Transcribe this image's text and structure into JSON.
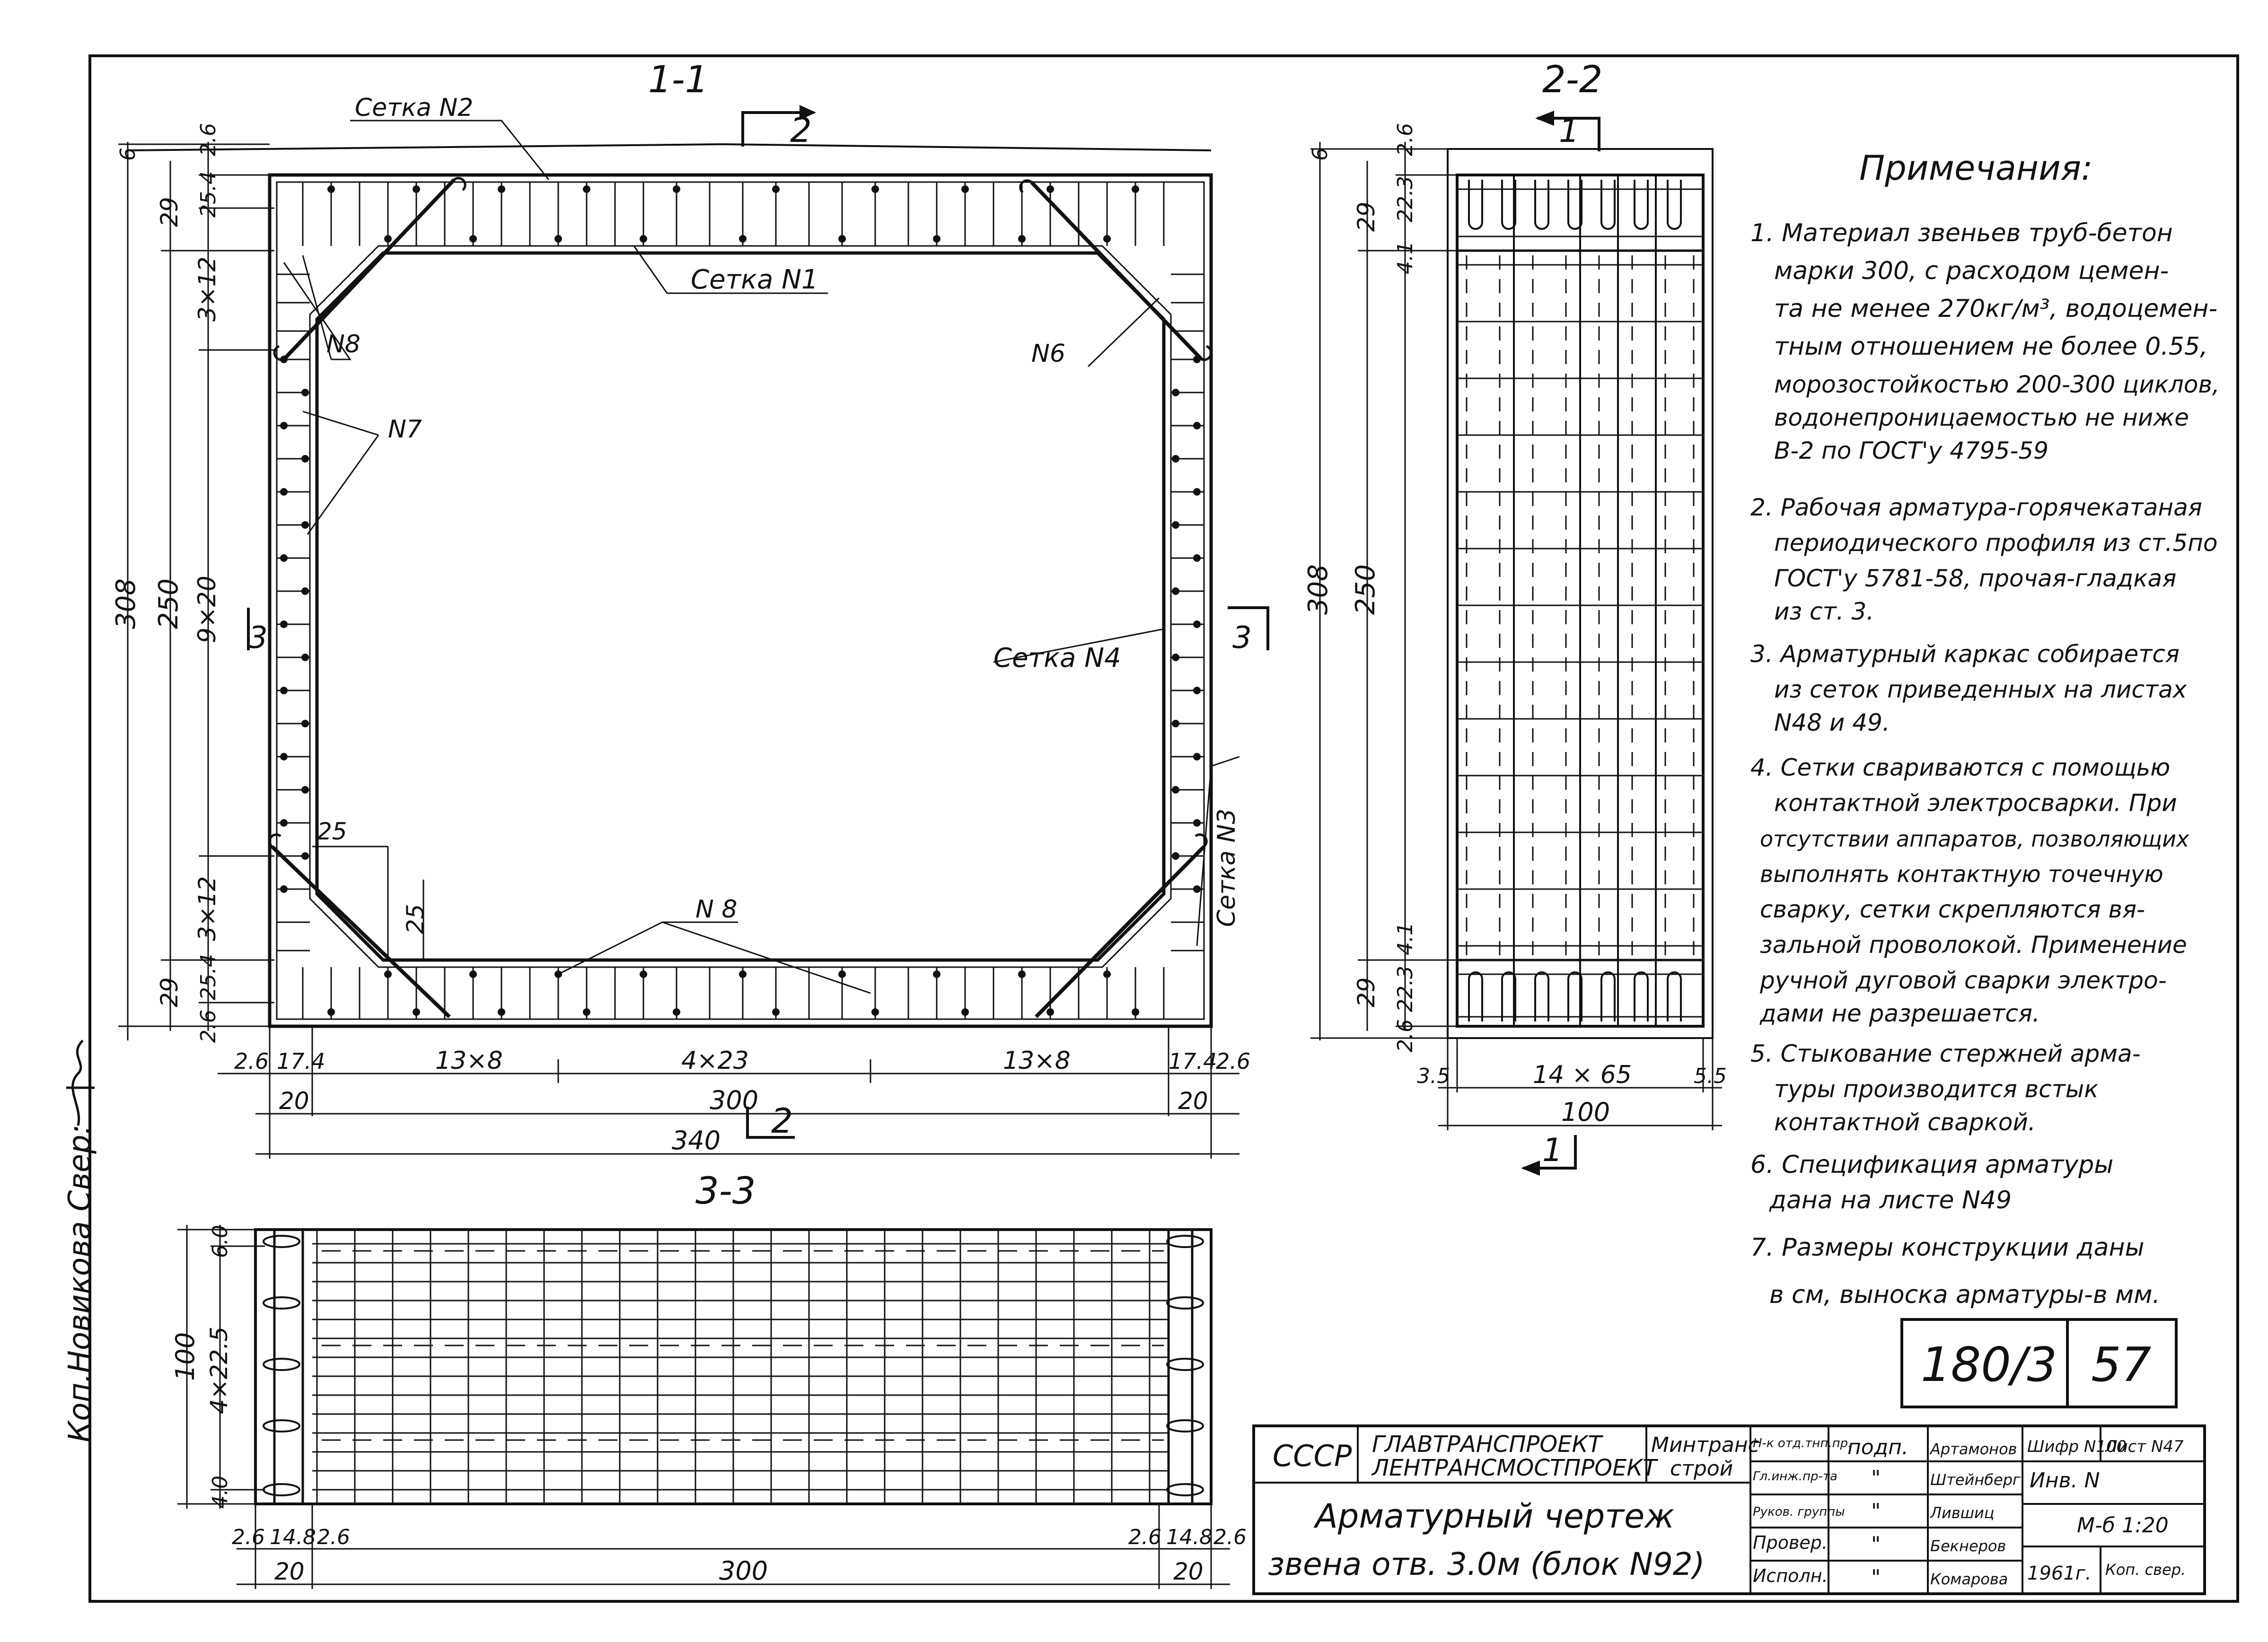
{
  "sections": {
    "s11": "1-1",
    "s22": "2-2",
    "s33": "3-3",
    "cut2_top": "2",
    "cut2_bottom": "2",
    "cut1_top": "1",
    "cut1_bottom": "1",
    "cut3_left": "3",
    "cut3_right": "3"
  },
  "labels": {
    "mesh2": "Сетка N2",
    "mesh1": "Сетка N1",
    "mesh4": "Сетка N4",
    "mesh3": "Сетка N3",
    "n8_top": "N8",
    "n8_bottom": "N 8",
    "n7": "N7",
    "n6": "N6"
  },
  "dims": {
    "d6": "6",
    "d26a": "2.6",
    "d29": "29",
    "d254": "25.4",
    "d3x12": "3×12",
    "d308": "308",
    "d250": "250",
    "d9x20": "9×20",
    "d3x12b": "3×12",
    "d29b": "29",
    "d254b": "25.4",
    "d26b": "2.6",
    "b26l": "2.6",
    "b174l": "17.4",
    "b13x8l": "13×8",
    "b4x23": "4×23",
    "b13x8r": "13×8",
    "b174r": "17.4",
    "b26r": "2.6",
    "b20l": "20",
    "b300": "300",
    "b20r": "20",
    "b340": "340",
    "c25a": "25",
    "c25b": "25",
    "r6": "6",
    "r26": "2.6",
    "r29": "29",
    "r223": "22.3",
    "r41": "4.1",
    "r308": "308",
    "r250": "250",
    "r41b": "4.1",
    "r223b": "22.3",
    "r29b": "29",
    "r26b": "2.6",
    "r35": "3.5",
    "r14x65": "14 × 65",
    "r55": "5.5",
    "r100": "100",
    "s60": "6.0",
    "s4x225": "4×22.5",
    "s100": "100",
    "s40": "4.0",
    "s26l": "2.6",
    "s148l": "14.8",
    "s26l2": "2.6",
    "s26r": "2.6",
    "s148r": "14.8",
    "s26r2": "2.6",
    "s20l": "20",
    "s300": "300",
    "s20r": "20"
  },
  "notes": {
    "title": "Примечания:",
    "lines": [
      "1. Материал звеньев труб-бетон",
      "марки 300, с расходом цемен-",
      "та не менее 270кг/м³, водоцемен-",
      "тным отношением не более 0.55,",
      "морозостойкостью 200-300 циклов,",
      "водонепроницаемостью не ниже",
      "В-2 по ГОСТ'у 4795-59",
      "2. Рабочая арматура-горячекатаная",
      "периодического профиля из ст.5по",
      "ГОСТ'у 5781-58, прочая-гладкая",
      "из ст. 3.",
      "3. Арматурный каркас собирается",
      "из сеток приведенных на листах",
      "N48 и 49.",
      "4. Сетки свариваются с помощью",
      "контактной электросварки. При",
      "отсутствии аппаратов, позволяющих",
      "выполнять контактную точечную",
      "сварку, сетки скрепляются вя-",
      "зальной проволокой. Применение",
      "ручной дуговой сварки электро-",
      "дами не разрешается.",
      "5. Стыкование стержней арма-",
      "туры производится встык",
      "контактной сваркой.",
      "6. Спецификация арматуры",
      "дана на листе N49",
      "7. Размеры конструкции даны",
      "в см, выноска арматуры-в мм."
    ]
  },
  "stamp_number": {
    "series": "180/3",
    "sheet": "57"
  },
  "title_block": {
    "country": "СССР",
    "org1": "ГЛАВТРАНСПРОЕКТ",
    "org2": "ЛЕНТРАНСМОСТПРОЕКТ",
    "ministry1": "Минтранс",
    "ministry2": "строй",
    "drawing1": "Арматурный чертеж",
    "drawing2": "звена отв. 3.0м (блок N92)",
    "roles": [
      "Н-к отд.тнп.пр.",
      "Гл.инж.пр-та",
      "Руков. группы",
      "Провер.",
      "Исполн."
    ],
    "sign_col": [
      "подп.",
      "\"",
      "\"",
      "\"",
      "\""
    ],
    "names": [
      "Артамонов",
      "Штейнберг",
      "Лившиц",
      "Бекнеров",
      "Комарова"
    ],
    "code_label": "Шифр N100",
    "sheet_label": "Лист N47",
    "inv": "Инв. N",
    "scale": "М-б 1:20",
    "year": "1961г.",
    "copy": "Коп. свер."
  },
  "margin_note": "Коп.Новикова Свер:"
}
